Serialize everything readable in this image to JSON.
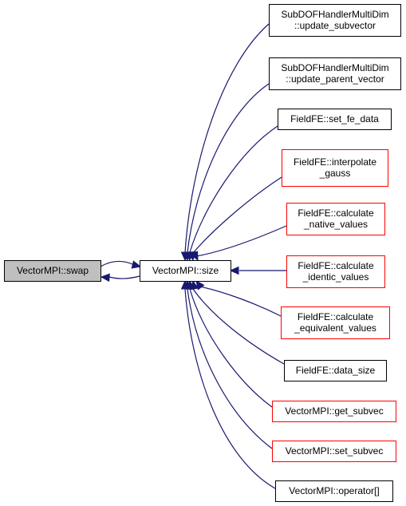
{
  "colors": {
    "edge": "#191970",
    "border_default": "#000000",
    "border_highlight": "#ff0000",
    "fill_focus": "#bfbfbf",
    "fill_default": "#ffffff"
  },
  "nodes": {
    "swap": {
      "lines": [
        "VectorMPI::swap"
      ]
    },
    "size": {
      "lines": [
        "VectorMPI::size"
      ]
    },
    "update_subvector": {
      "lines": [
        "SubDOFHandlerMultiDim",
        "::update_subvector"
      ]
    },
    "update_parent_vector": {
      "lines": [
        "SubDOFHandlerMultiDim",
        "::update_parent_vector"
      ]
    },
    "set_fe_data": {
      "lines": [
        "FieldFE::set_fe_data"
      ]
    },
    "interpolate_gauss": {
      "lines": [
        "FieldFE::interpolate",
        "_gauss"
      ]
    },
    "calculate_native_values": {
      "lines": [
        "FieldFE::calculate",
        "_native_values"
      ]
    },
    "calculate_identic_values": {
      "lines": [
        "FieldFE::calculate",
        "_identic_values"
      ]
    },
    "calculate_equivalent_values": {
      "lines": [
        "FieldFE::calculate",
        "_equivalent_values"
      ]
    },
    "data_size": {
      "lines": [
        "FieldFE::data_size"
      ]
    },
    "get_subvec": {
      "lines": [
        "VectorMPI::get_subvec"
      ]
    },
    "set_subvec": {
      "lines": [
        "VectorMPI::set_subvec"
      ]
    },
    "operator_index": {
      "lines": [
        "VectorMPI::operator[]"
      ]
    }
  }
}
